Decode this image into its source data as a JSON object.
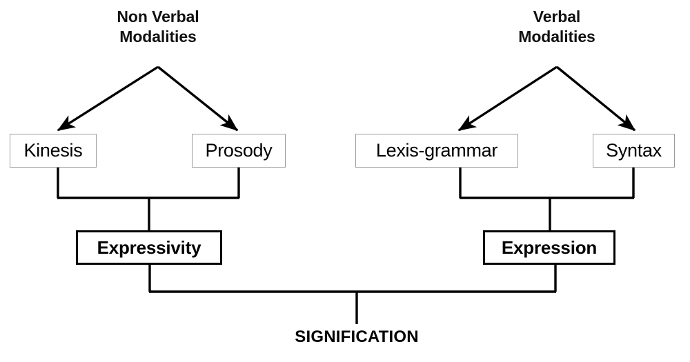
{
  "diagram": {
    "title_nonverbal": "Non Verbal\nModalities",
    "title_verbal": "Verbal\nModalities",
    "root_label": "SIGNIFICATION",
    "nodes": {
      "kinesis": "Kinesis",
      "prosody": "Prosody",
      "lexis_grammar": "Lexis-grammar",
      "syntax": "Syntax",
      "expressivity": "Expressivity",
      "expression": "Expression"
    },
    "colors": {
      "background": "#ffffff",
      "text": "#000000",
      "thin_border": "#9a9a9a",
      "thick_border": "#000000",
      "connector": "#000000"
    }
  }
}
